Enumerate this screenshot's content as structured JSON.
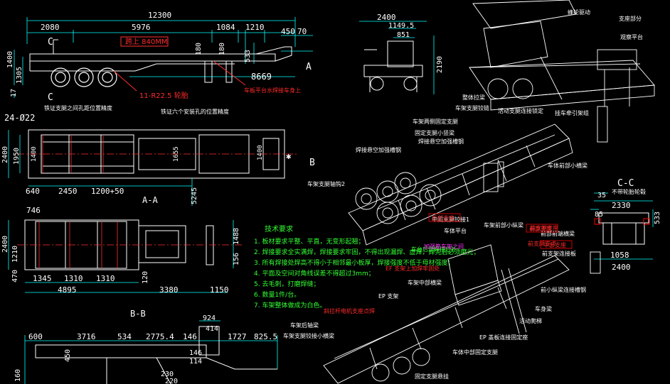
{
  "colors": {
    "background": "#000000",
    "drawing": "#ffffff",
    "dimension": "#00ffff",
    "annotation_red": "#ff2a2a",
    "centerline_red": "#ff3030",
    "notes": "#33ff33",
    "accent_magenta": "#ff33ff",
    "highlight_blue": "#3355ff",
    "tag_red_box": "#ff0000"
  },
  "side_view": {
    "overall_length": "12300",
    "segments": [
      "2080",
      "5976",
      "1084",
      "1210"
    ],
    "right_dims": [
      "450",
      "70"
    ],
    "height_dims": [
      "1400",
      "1305",
      "17"
    ],
    "inner_dims": [
      "533",
      "180",
      "180"
    ],
    "wheelbase": "8669",
    "section_c_top": "C",
    "section_c_bottom": "C",
    "section_a": "A",
    "platform_note": "跨上 840MM",
    "wheel_note": "11-R22.5 轮胎",
    "platform_note2": "车板平台水焊接车身上"
  },
  "top_view_a": {
    "left_note": "铁证支腿之间孔距位置精度",
    "mid_note": "铁证六个安装孔的位置精度",
    "holes": "24-Ø22",
    "height_dims": [
      "2400",
      "1950",
      "1400",
      "1655",
      "1400"
    ],
    "bottom_dims": [
      "640",
      "2450",
      "1200+50"
    ],
    "section_b": "B",
    "section_label": "A-A",
    "right_dim": "5245",
    "star": "✱"
  },
  "bottom_view_b": {
    "top_dim": "746",
    "height_dims": [
      "2400",
      "470",
      "1210",
      "156",
      "1488"
    ],
    "dims_row": [
      "1345",
      "1310",
      "1310",
      "120",
      "1150"
    ],
    "overall_1": "4895",
    "overall_2": "3380",
    "section_label": "B-B"
  },
  "lower_view": {
    "dims_row": [
      "600",
      "3716",
      "534",
      "2775.4",
      "146",
      "1727",
      "825.5"
    ],
    "top_dims": [
      "924",
      "414"
    ],
    "left_dims": [
      "160",
      "450"
    ],
    "mid_dims": [
      "146",
      "114"
    ],
    "angle_dims": [
      "230",
      "220"
    ]
  },
  "end_view": {
    "overall_width": "2400",
    "dims": [
      "1149.5",
      "851"
    ],
    "height": "2190"
  },
  "section_cc": {
    "label": "C-C",
    "subtitle": "不带轮胎轮毂",
    "dims": [
      "35",
      "2330",
      "85",
      "533",
      "1058",
      "2400"
    ]
  },
  "tech_notes": {
    "title": "技术要求",
    "items": [
      "1. 板材要求平整、平直，无变形起翘；",
      "2. 焊接要求全实满焊，焊接要求牢固，不得出现漏焊、虚焊，焊完后必须磨光；",
      "3. 所有焊接处焊高不得小于相邻最小板厚，焊接强度不低于母材强度；",
      "4. 平面及空间对角线误差不得超过3mm；",
      "5. 去毛刺，打磨焊缝；",
      "6. 数量1件/台。",
      "7. 车架整体做成为白色。"
    ]
  },
  "callouts_top_right": [
    "蜂轮驱动",
    "支座部分",
    "观察平台"
  ],
  "callouts_middle": [
    "整体拉梁",
    "车架支腿铰链",
    "活动支腿连接锁定",
    "挂车牵引架组",
    "车架两侧固定支腿",
    "固定支腿小竖梁",
    "焊接悬空加强槽钢",
    "焊接悬空加强槽钢",
    "车体前部小横梁",
    "车架支腿轴钩2",
    "中间支腿铰接1"
  ],
  "callouts_bottom": [
    "车体平台",
    "车架前部小纵梁",
    "前支腿支座",
    "前部前端横梁",
    "前支腿支点",
    "前支架连接板",
    "车台后部焊接后补",
    "EP 支架",
    "车架中部横梁",
    "前小纵梁连接槽钢",
    "车身梁",
    "活动爬梯",
    "车架后轴梁",
    "车架支腿铰接小横梁",
    "车体中部固定支腿",
    "EP 盖板连接固定座",
    "固定支腿悬挂",
    "加强筋车架之间",
    "斜拉杆电机支座点焊",
    "EF 支架上加焊牢固处"
  ],
  "red_tags": [
    "前部支座",
    "中部支座",
    "后部支座"
  ]
}
